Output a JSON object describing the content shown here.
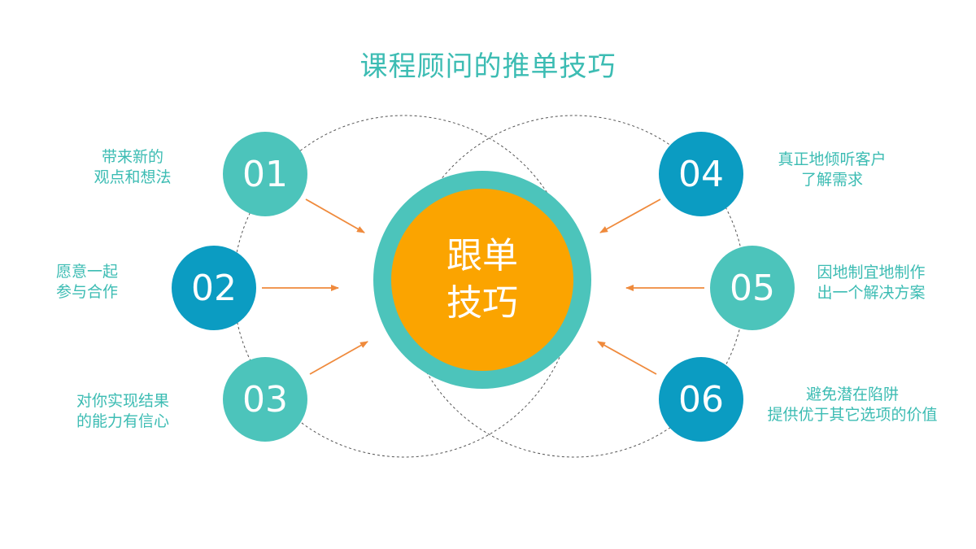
{
  "title": "课程顾问的推单技巧",
  "center": {
    "line1": "跟单",
    "line2": "技巧"
  },
  "colors": {
    "teal": "#4cc4bb",
    "blue": "#0b9cc2",
    "orange": "#fba400",
    "arrow": "#ef8a3c",
    "text": "#3cbcb3"
  },
  "items": [
    {
      "number": "01",
      "lines": [
        "带来新的",
        "观点和想法"
      ],
      "color": "teal"
    },
    {
      "number": "02",
      "lines": [
        "愿意一起",
        "参与合作"
      ],
      "color": "blue"
    },
    {
      "number": "03",
      "lines": [
        "对你实现结果",
        "的能力有信心"
      ],
      "color": "teal"
    },
    {
      "number": "04",
      "lines": [
        "真正地倾听客户",
        "了解需求"
      ],
      "color": "blue"
    },
    {
      "number": "05",
      "lines": [
        "因地制宜地制作",
        "出一个解决方案"
      ],
      "color": "teal"
    },
    {
      "number": "06",
      "lines": [
        "避免潜在陷阱",
        "提供优于其它选项的价值"
      ],
      "color": "blue"
    }
  ]
}
